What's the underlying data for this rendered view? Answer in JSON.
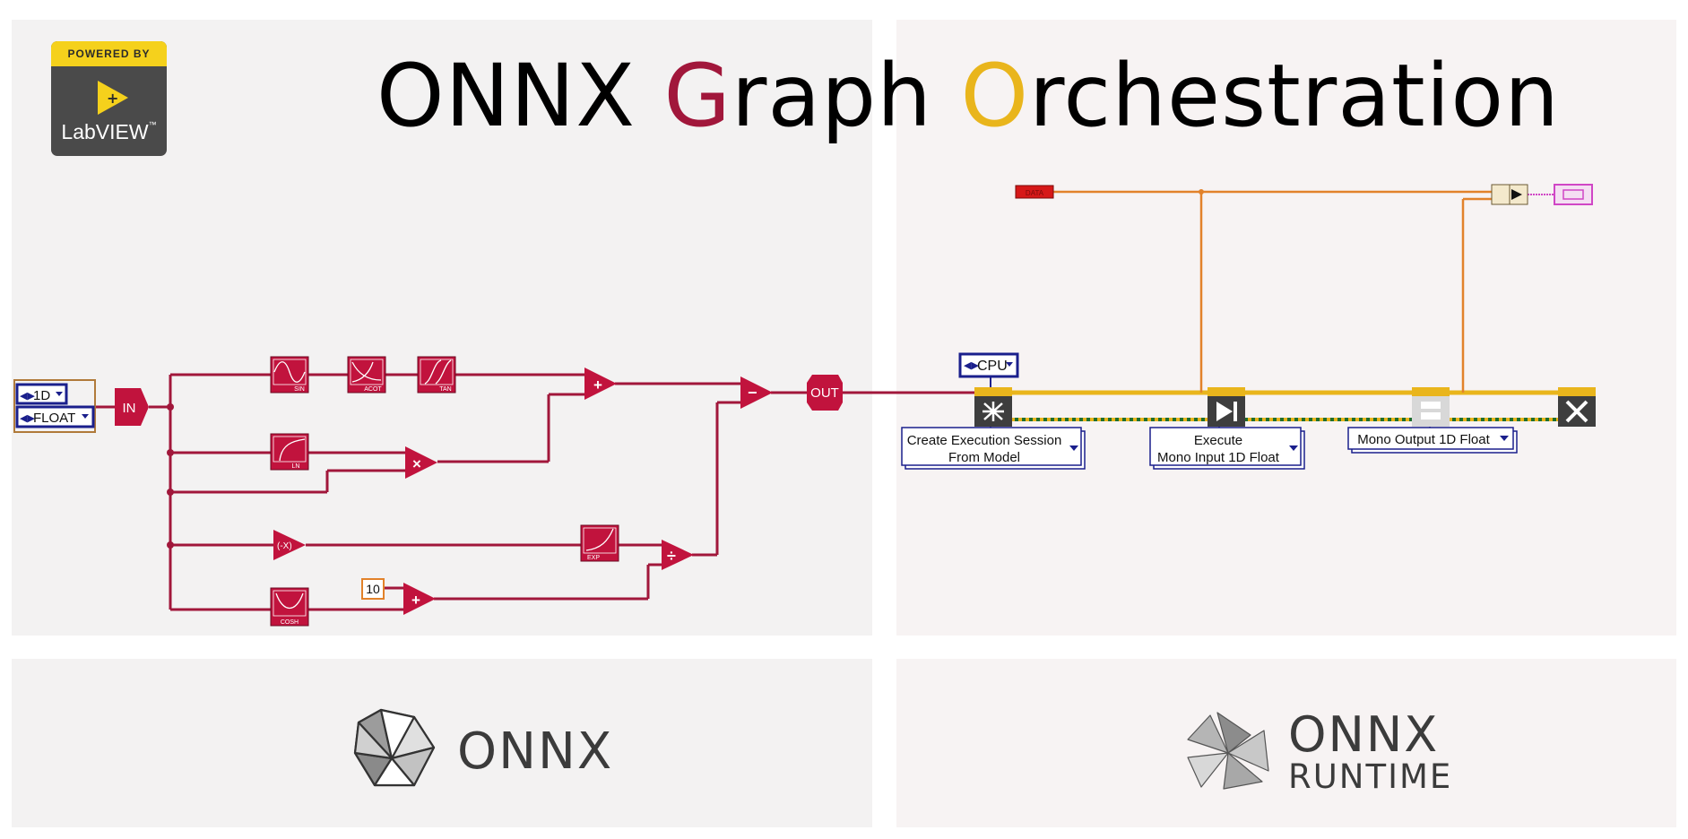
{
  "title": {
    "part1": "ONNX ",
    "g": "G",
    "part2": "raph ",
    "o": "O",
    "part3": "rchestration"
  },
  "badge": {
    "powered_by": "POWERED BY",
    "name": "LabVIEW",
    "trademark": "™"
  },
  "left_graph": {
    "dim_selector": "1D",
    "type_selector": "FLOAT",
    "input_label": "IN",
    "output_label": "OUT",
    "nodes": {
      "sin": "SIN",
      "acot": "ACOT",
      "tan": "TAN",
      "ln": "LN",
      "exp": "EXP",
      "cosh": "COSH"
    },
    "ops": {
      "add": "+",
      "multiply": "×",
      "subtract": "−",
      "divide": "÷",
      "negate": "(-X)",
      "add2": "+"
    },
    "constant": "10"
  },
  "right_graph": {
    "device": "CPU",
    "data_label": "DATA",
    "vis": {
      "create": {
        "line1": "Create Execution Session",
        "line2": "From Model"
      },
      "execute": {
        "line1": "Execute",
        "line2": "Mono Input 1D Float"
      },
      "output": {
        "line1": "Mono Output 1D Float"
      }
    }
  },
  "logos": {
    "onnx": "ONNX",
    "runtime_line1": "ONNX",
    "runtime_line2": "RUNTIME"
  },
  "colors": {
    "crimson": "#c1133d",
    "wire": "#a1173b",
    "gold": "#e9b51c",
    "orange": "#e2822a",
    "navy": "#1a1f8c",
    "ni_pink": "#d046c5"
  }
}
